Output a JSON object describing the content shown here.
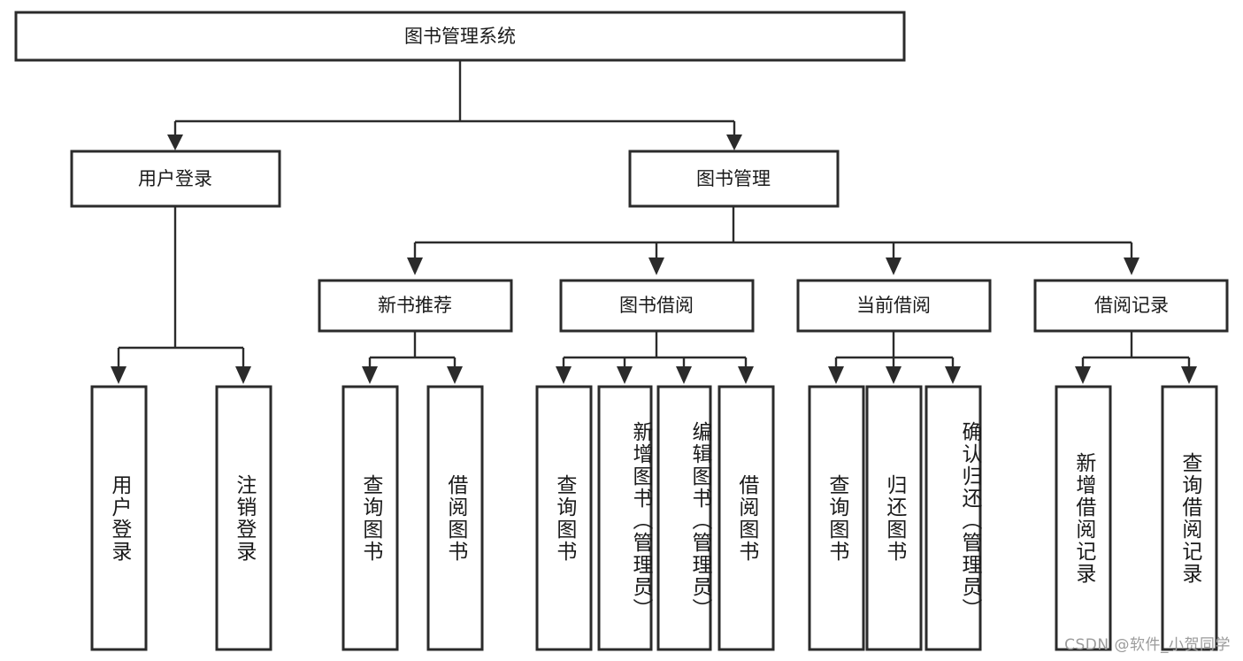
{
  "diagram": {
    "type": "tree-hierarchy",
    "title": "图书管理系统",
    "orientation": "top-down",
    "colors": {
      "stroke": "#2b2b2b",
      "fill": "#ffffff",
      "text": "#1a1a1a",
      "watermark": "#9b9b9b"
    },
    "root": {
      "label": "图书管理系统"
    },
    "level2": [
      {
        "label": "用户登录"
      },
      {
        "label": "图书管理"
      }
    ],
    "level3": [
      {
        "label": "新书推荐"
      },
      {
        "label": "图书借阅"
      },
      {
        "label": "当前借阅"
      },
      {
        "label": "借阅记录"
      }
    ],
    "leaves": {
      "user_login": [
        {
          "label": "用户登录"
        },
        {
          "label": "注销登录"
        }
      ],
      "new_book_recommend": [
        {
          "label": "查询图书"
        },
        {
          "label": "借阅图书"
        }
      ],
      "book_borrow": [
        {
          "label": "查询图书"
        },
        {
          "label": "新增图书（管理员）"
        },
        {
          "label": "编辑图书（管理员）"
        },
        {
          "label": "借阅图书"
        }
      ],
      "current_borrow": [
        {
          "label": "查询图书"
        },
        {
          "label": "归还图书"
        },
        {
          "label": "确认归还（管理员）"
        }
      ],
      "borrow_record": [
        {
          "label": "新增借阅记录"
        },
        {
          "label": "查询借阅记录"
        }
      ]
    },
    "watermark": "CSDN @软件_小贺同学"
  }
}
